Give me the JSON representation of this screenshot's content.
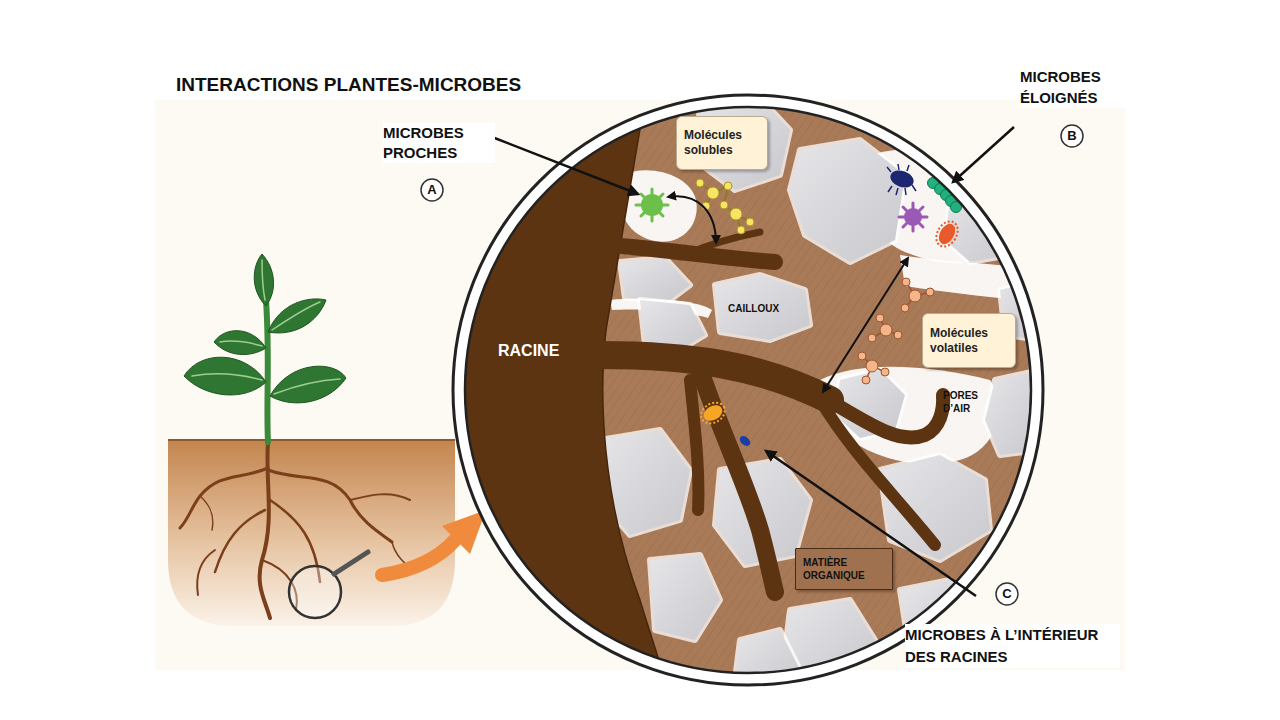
{
  "diagram": {
    "title": "INTERACTIONS PLANTES-MICROBES",
    "nodes": [
      {
        "text": [
          "Molécules solubles"
        ]
      },
      {
        "text": [
          "Molécules volatiles"
        ]
      },
      {
        "text": [
          "MATIÈRE ORGANIQUE"
        ]
      }
    ],
    "labels": [
      "MICROBES PROCHES",
      "A",
      "MICROBES ÉLOIGNÉS",
      "B",
      "CAILLOUX",
      "RACINE",
      "PORES D’AIR",
      "MICROBES À L’INTÉRIEUR DES RACINES",
      "C"
    ]
  }
}
